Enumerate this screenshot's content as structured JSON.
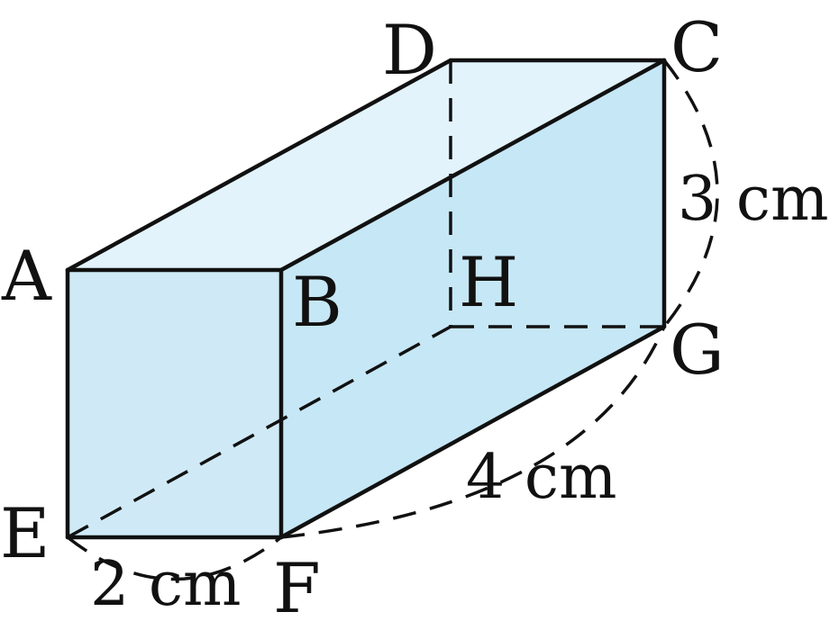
{
  "colors": {
    "front_face": "#cfeaf6",
    "right_face": "#c6e7f5",
    "top_face": "#e2f3fb",
    "stroke": "#111111"
  },
  "vertices": {
    "A": "A",
    "B": "B",
    "C": "C",
    "D": "D",
    "E": "E",
    "F": "F",
    "G": "G",
    "H": "H"
  },
  "measurements": {
    "ef": "2 cm",
    "fg": "4 cm",
    "cg": "3 cm"
  }
}
